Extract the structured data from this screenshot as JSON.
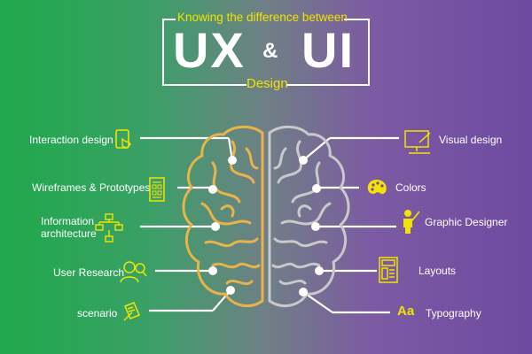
{
  "header": {
    "top_line": "Knowing the difference between",
    "ux": "UX",
    "ampersand": "&",
    "ui": "UI",
    "subtitle": "Design"
  },
  "ux_items": [
    {
      "label": "Interaction design",
      "icon": "tablet-touch-icon"
    },
    {
      "label": "Wireframes & Prototypes",
      "icon": "wireframe-icon"
    },
    {
      "label": "Information architecture",
      "icon": "sitemap-icon"
    },
    {
      "label": "User Research",
      "icon": "user-search-icon"
    },
    {
      "label": "scenario",
      "icon": "pencil-paper-icon"
    }
  ],
  "ui_items": [
    {
      "label": "Visual design",
      "icon": "monitor-pen-icon"
    },
    {
      "label": "Colors",
      "icon": "palette-icon"
    },
    {
      "label": "Graphic Designer",
      "icon": "designer-icon"
    },
    {
      "label": "Layouts",
      "icon": "layout-icon"
    },
    {
      "label": "Typography",
      "icon": "typography-icon",
      "glyph": "Aa"
    }
  ],
  "colors": {
    "gradient_left": "#1fa94a",
    "gradient_right": "#6d4aa0",
    "accent_yellow": "#f2e400",
    "ux_brain": "#e8b44a",
    "ui_brain": "#c9c9c9",
    "text": "#ffffff"
  }
}
